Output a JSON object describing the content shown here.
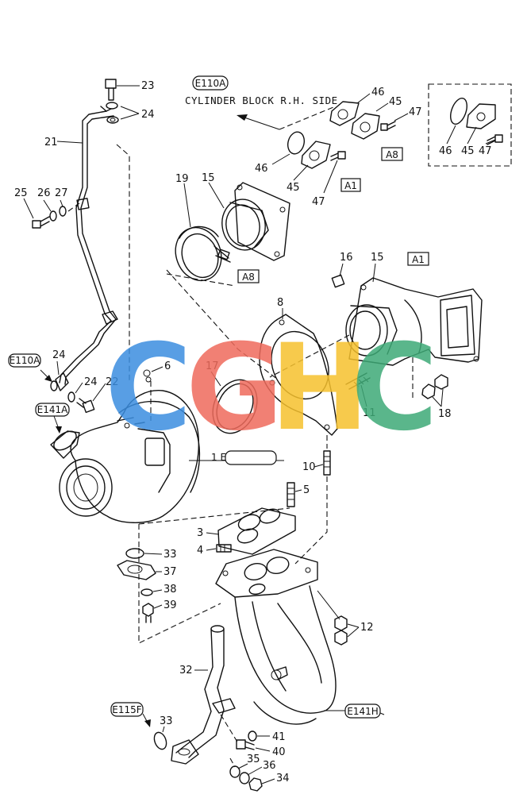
{
  "header": {
    "caption": "CYLINDER BLOCK  R.H. SIDE"
  },
  "watermark": {
    "letters": [
      "C",
      "G",
      "H",
      "C"
    ],
    "colors": [
      "#3b8ee0",
      "#ef6b5c",
      "#f6c12d",
      "#3eaa77"
    ]
  },
  "refs": {
    "e110a_top": "E110A",
    "e110a_left": "E110A",
    "e141a": "E141A",
    "e142bd": "1 E142B,D",
    "e141h": "E141H",
    "e115f": "E115F",
    "a8_top": "A8",
    "a1_top": "A1",
    "a8_mid": "A8",
    "a1_right": "A1"
  },
  "part_numbers": {
    "p23": "23",
    "p24a": "24",
    "p21": "21",
    "p25": "25",
    "p26": "26",
    "p27": "27",
    "p24b": "24",
    "p24c": "24",
    "p22": "22",
    "p6": "6",
    "p46a": "46",
    "p45a": "45",
    "p47a": "47",
    "p46b": "46",
    "p45b": "45",
    "p47b": "47",
    "p46c": "46",
    "p45c": "45",
    "p47c": "47",
    "p19": "19",
    "p15a": "15",
    "p16": "16",
    "p15b": "15",
    "p8": "8",
    "p17": "17",
    "p11": "11",
    "p18": "18",
    "p10": "10",
    "p5": "5",
    "p3": "3",
    "p4": "4",
    "p33a": "33",
    "p37": "37",
    "p38": "38",
    "p39": "39",
    "p12": "12",
    "p32": "32",
    "p33b": "33",
    "p41": "41",
    "p40": "40",
    "p35": "35",
    "p36": "36",
    "p34": "34"
  }
}
